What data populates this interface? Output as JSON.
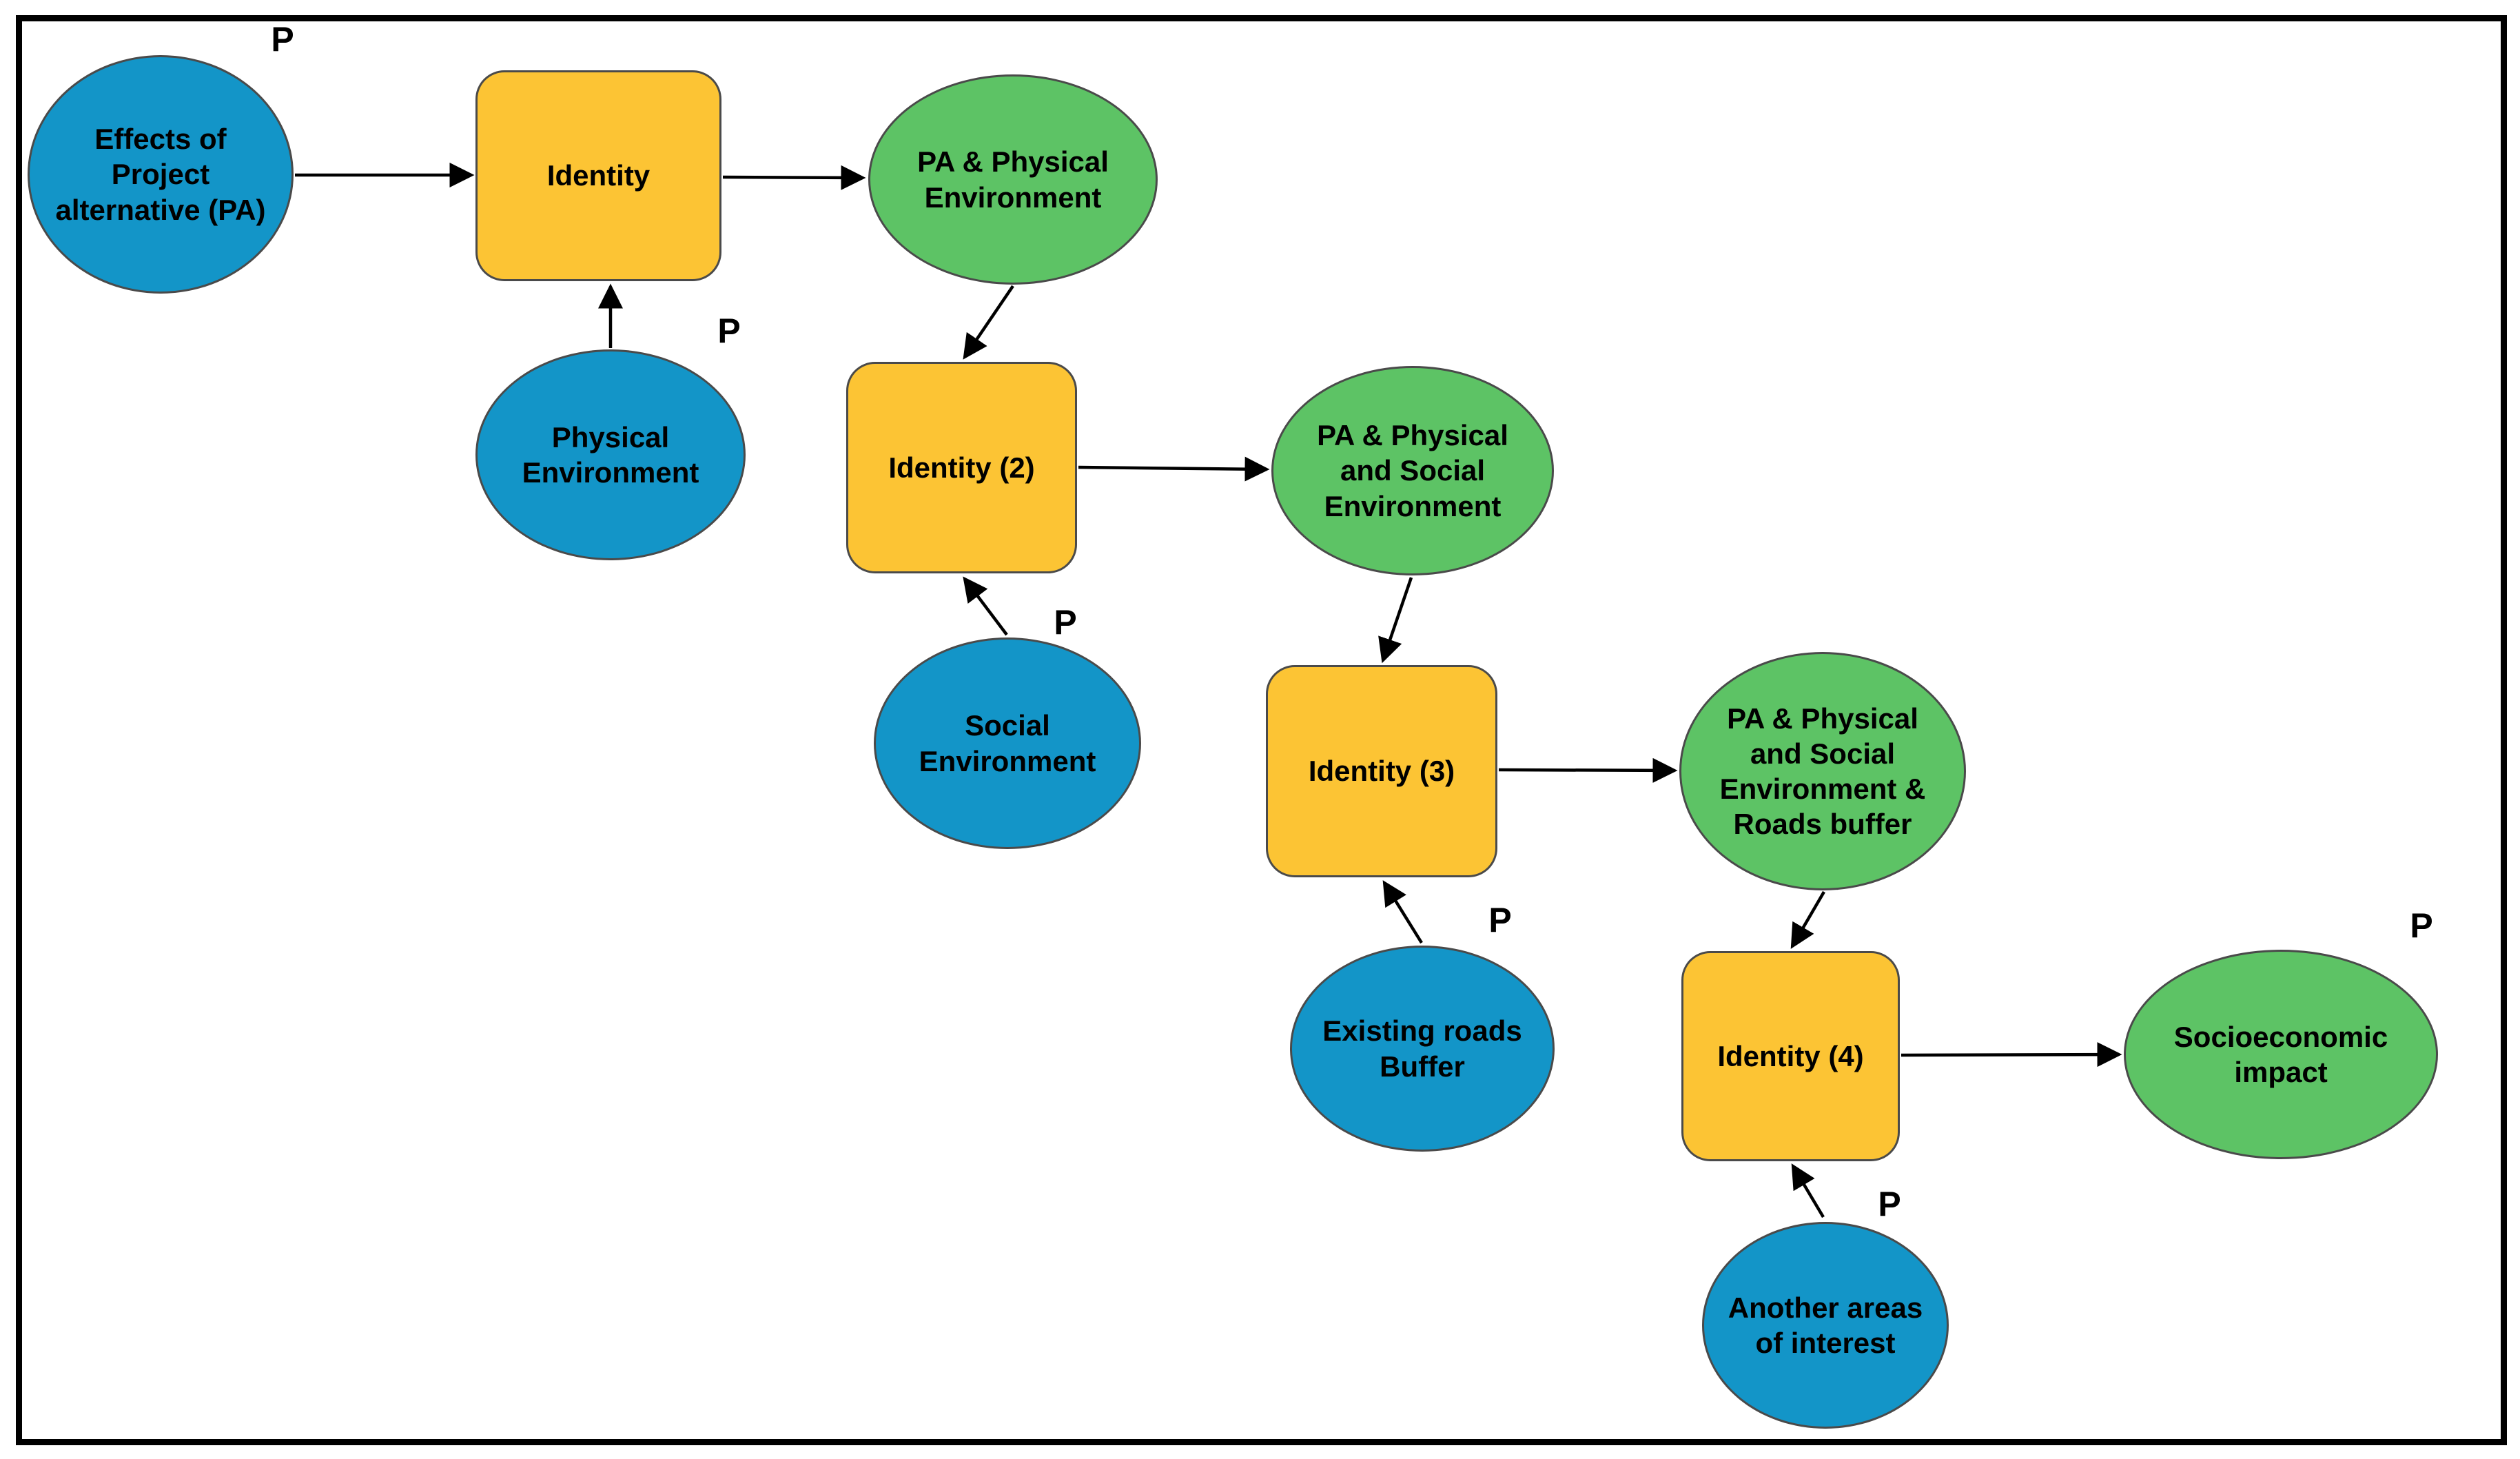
{
  "markers": {
    "p": "P"
  },
  "colors": {
    "input_fill": "#1395C8",
    "output_fill": "#5DC365",
    "tool_fill": "#FCC434",
    "node_border": "#4A4A4A",
    "frame_color": "#000000",
    "arrow_color": "#000000",
    "text_color": "#000000"
  },
  "nodes": [
    {
      "id": "effects-of-project-alternative",
      "kind": "input",
      "label": "Effects of\nProject\nalternative (PA)",
      "has_p": true
    },
    {
      "id": "identity-1",
      "kind": "tool",
      "label": "Identity",
      "has_p": false
    },
    {
      "id": "pa-physical-environment",
      "kind": "output",
      "label": "PA & Physical\nEnvironment",
      "has_p": false
    },
    {
      "id": "physical-environment",
      "kind": "input",
      "label": "Physical\nEnvironment",
      "has_p": true
    },
    {
      "id": "identity-2",
      "kind": "tool",
      "label": "Identity (2)",
      "has_p": false
    },
    {
      "id": "pa-physical-social-environment",
      "kind": "output",
      "label": "PA & Physical\nand Social\nEnvironment",
      "has_p": false
    },
    {
      "id": "social-environment",
      "kind": "input",
      "label": "Social\nEnvironment",
      "has_p": true
    },
    {
      "id": "identity-3",
      "kind": "tool",
      "label": "Identity (3)",
      "has_p": false
    },
    {
      "id": "pa-physical-social-roads-buffer",
      "kind": "output",
      "label": "PA & Physical\nand Social\nEnvironment &\nRoads buffer",
      "has_p": false
    },
    {
      "id": "existing-roads-buffer",
      "kind": "input",
      "label": "Existing roads\nBuffer",
      "has_p": true
    },
    {
      "id": "identity-4",
      "kind": "tool",
      "label": "Identity (4)",
      "has_p": false
    },
    {
      "id": "socioeconomic-impact",
      "kind": "output",
      "label": "Socioeconomic\nimpact",
      "has_p": true
    },
    {
      "id": "another-areas-of-interest",
      "kind": "input",
      "label": "Another areas\nof interest",
      "has_p": true
    }
  ]
}
